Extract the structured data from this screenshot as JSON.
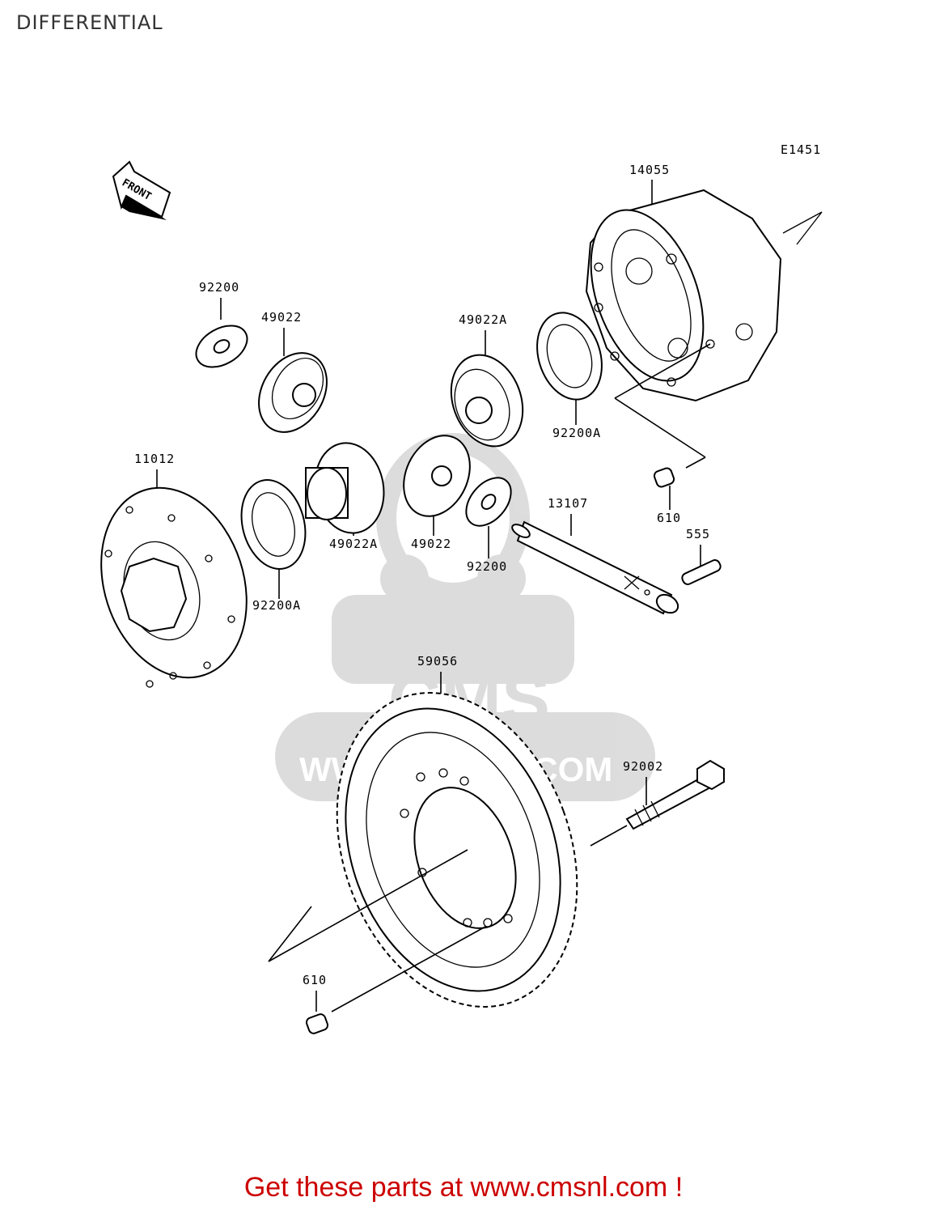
{
  "title": "DIFFERENTIAL",
  "diagram_code": "E1451",
  "front_label": "FRONT",
  "watermark": {
    "brand": "CMS",
    "url": "WWW.CMSNL.COM"
  },
  "parts": [
    {
      "id": "14055"
    },
    {
      "id": "92200"
    },
    {
      "id": "49022"
    },
    {
      "id": "49022A"
    },
    {
      "id": "92200A"
    },
    {
      "id": "11012"
    },
    {
      "id": "92200A"
    },
    {
      "id": "49022A"
    },
    {
      "id": "49022"
    },
    {
      "id": "92200"
    },
    {
      "id": "13107"
    },
    {
      "id": "610"
    },
    {
      "id": "555"
    },
    {
      "id": "59056"
    },
    {
      "id": "92002"
    },
    {
      "id": "610"
    }
  ],
  "footer": "Get these parts at www.cmsnl.com !",
  "colors": {
    "footer": "#cc0000",
    "watermark": "#d9d9d9",
    "line": "#000000"
  }
}
